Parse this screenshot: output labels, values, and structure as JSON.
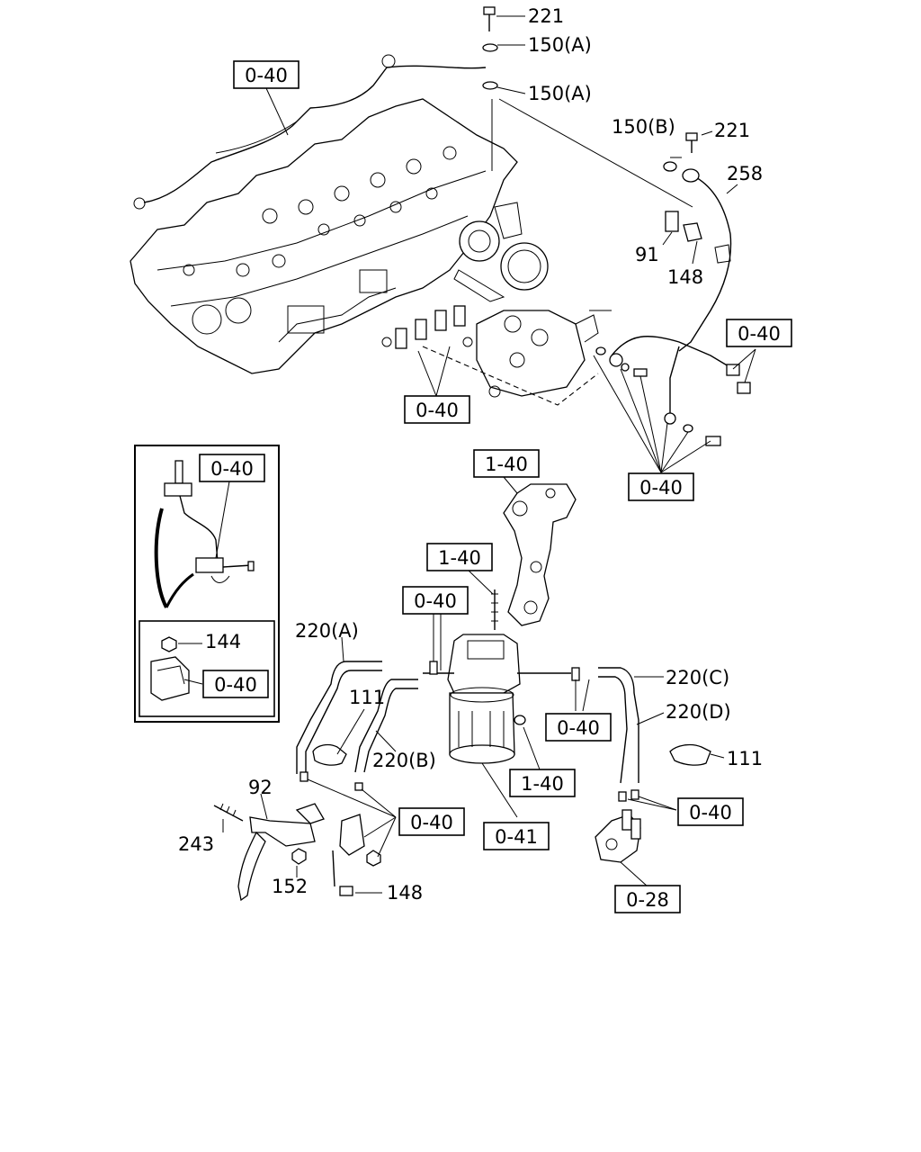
{
  "labels": {
    "l221_top": "221",
    "l150a_1": "150(A)",
    "l150a_2": "150(A)",
    "l150b": "150(B)",
    "l221_right": "221",
    "l258": "258",
    "l91": "91",
    "l148_top": "148",
    "l144": "144",
    "l220a": "220(A)",
    "l111_left": "111",
    "l220b": "220(B)",
    "l220c": "220(C)",
    "l220d": "220(D)",
    "l111_right": "111",
    "l92": "92",
    "l243": "243",
    "l152": "152",
    "l148_bottom": "148"
  },
  "refs": {
    "r040_top": "0-40",
    "r040_pump": "0-40",
    "r040_right": "0-40",
    "r040_inj": "0-40",
    "r040_inset": "0-40",
    "r040_inset2": "0-40",
    "r140_top": "1-40",
    "r140_mid": "1-40",
    "r040_filter": "0-40",
    "r040_line": "0-40",
    "r140_bottom": "1-40",
    "r041": "0-41",
    "r040_bracket": "0-40",
    "r040_lower_right": "0-40",
    "r028": "0-28"
  }
}
